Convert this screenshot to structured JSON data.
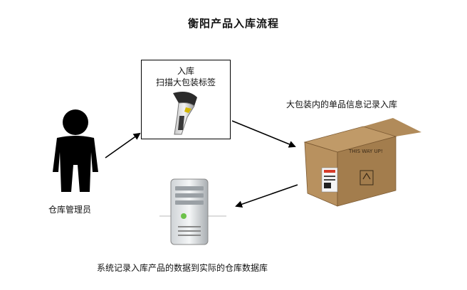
{
  "title": "衡阳产品入库流程",
  "scan_step": {
    "line1": "入库",
    "line2": "扫描大包装标签"
  },
  "person_label": "仓库管理员",
  "box_caption": "大包装内的单品信息记录入库",
  "box_print": "THIS WAY UP!",
  "system_caption": "系统记录入库产品的数据到实际的仓库数据库"
}
